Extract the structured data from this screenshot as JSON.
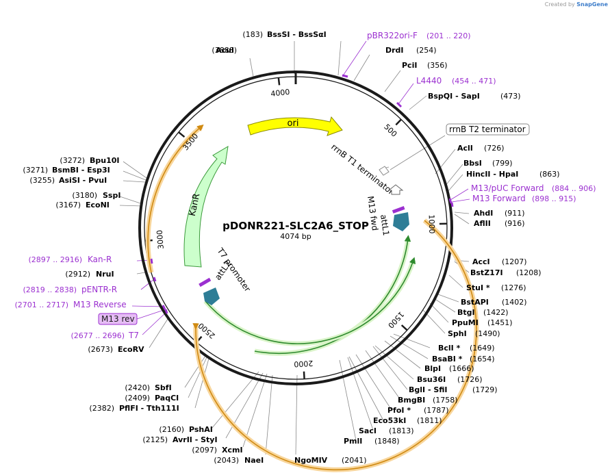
{
  "credit": {
    "prefix": "Created by",
    "brand": "SnapGene"
  },
  "plasmid": {
    "name": "pDONR221-SLC2A6_STOP",
    "length_label": "4074 bp",
    "total_bp": 4074
  },
  "ticks": [
    {
      "label": "500",
      "pos": 500
    },
    {
      "label": "1000",
      "pos": 1000
    },
    {
      "label": "1500",
      "pos": 1500
    },
    {
      "label": "2000",
      "pos": 2000
    },
    {
      "label": "2500",
      "pos": 2500
    },
    {
      "label": "3000",
      "pos": 3000
    },
    {
      "label": "3500",
      "pos": 3500
    },
    {
      "label": "4000",
      "pos": 4000
    }
  ],
  "features": [
    {
      "name": "ori",
      "kind": "arrow",
      "color": "#ffff00",
      "stroke": "#8a8a00"
    },
    {
      "name": "KanR",
      "kind": "arrow",
      "color": "#ccffcc",
      "stroke": "#3a9a3a"
    },
    {
      "name": "rrnB T1 terminator",
      "kind": "terminator"
    },
    {
      "name": "rrnB T2 terminator",
      "kind": "terminator-boxed"
    },
    {
      "name": "M13 fwd",
      "kind": "primer-site"
    },
    {
      "name": "attL1",
      "kind": "att"
    },
    {
      "name": "attL2",
      "kind": "att"
    },
    {
      "name": "T7 promoter",
      "kind": "promoter"
    }
  ],
  "left_labels": [
    {
      "pos": "(3888)",
      "name": "AcuI"
    },
    {
      "pos": "(183)",
      "name": "BssSI  -  BssSαI"
    },
    {
      "pos": "(3272)",
      "name": "Bpu10I"
    },
    {
      "pos": "(3271)",
      "name": "BsmBI  -  Esp3I"
    },
    {
      "pos": "(3255)",
      "name": "AsiSI  -  PvuI"
    },
    {
      "pos": "(3180)",
      "name": "SspI"
    },
    {
      "pos": "(3167)",
      "name": "EcoNI"
    },
    {
      "pos": "(2912)",
      "name": "NruI"
    },
    {
      "pos": "(2673)",
      "name": "EcoRV"
    },
    {
      "pos": "(2420)",
      "name": "SbfI"
    },
    {
      "pos": "(2409)",
      "name": "PaqCI"
    },
    {
      "pos": "(2382)",
      "name": "PflFI  -  Tth111I"
    },
    {
      "pos": "(2160)",
      "name": "PshAI"
    },
    {
      "pos": "(2125)",
      "name": "AvrII  -  StyI"
    },
    {
      "pos": "(2097)",
      "name": "XcmI"
    },
    {
      "pos": "(2043)",
      "name": "NaeI"
    }
  ],
  "right_labels": [
    {
      "name": "DrdI",
      "pos": "(254)"
    },
    {
      "name": "PciI",
      "pos": "(356)"
    },
    {
      "name": "BspQI  -  SapI",
      "pos": "(473)"
    },
    {
      "name": "AclI",
      "pos": "(726)"
    },
    {
      "name": "BbsI",
      "pos": "(799)"
    },
    {
      "name": "HincII  -  HpaI",
      "pos": "(863)"
    },
    {
      "name": "AhdI",
      "pos": "(911)"
    },
    {
      "name": "AflII",
      "pos": "(916)"
    },
    {
      "name": "AccI",
      "pos": "(1207)"
    },
    {
      "name": "BstZ17I",
      "pos": "(1208)"
    },
    {
      "name": "StuI *",
      "pos": "(1276)"
    },
    {
      "name": "BstAPI",
      "pos": "(1402)"
    },
    {
      "name": "BtgI",
      "pos": "(1422)"
    },
    {
      "name": "PpuMI",
      "pos": "(1451)"
    },
    {
      "name": "SphI",
      "pos": "(1490)"
    },
    {
      "name": "BclI *",
      "pos": "(1649)"
    },
    {
      "name": "BsaBI *",
      "pos": "(1654)"
    },
    {
      "name": "BlpI",
      "pos": "(1666)"
    },
    {
      "name": "Bsu36I",
      "pos": "(1726)"
    },
    {
      "name": "BglI  -  SfiI",
      "pos": "(1729)"
    },
    {
      "name": "BmgBI",
      "pos": "(1758)"
    },
    {
      "name": "PfoI *",
      "pos": "(1787)"
    },
    {
      "name": "Eco53kI",
      "pos": "(1811)"
    },
    {
      "name": "SacI",
      "pos": "(1813)"
    },
    {
      "name": "PmlI",
      "pos": "(1848)"
    },
    {
      "name": "NgoMIV",
      "pos": "(2041)"
    }
  ],
  "primer_labels": [
    {
      "name": "pBR322ori-F",
      "range": "(201 .. 220)"
    },
    {
      "name": "L4440",
      "range": "(454 .. 471)"
    },
    {
      "name": "M13/pUC Forward",
      "range": "(884 .. 906)"
    },
    {
      "name": "M13 Forward",
      "range": "(898 .. 915)"
    },
    {
      "name": "Kan-R",
      "range": "(2897 .. 2916)"
    },
    {
      "name": "pENTR-R",
      "range": "(2819 .. 2838)"
    },
    {
      "name": "M13 Reverse",
      "range": "(2701 .. 2717)"
    },
    {
      "name": "M13 rev",
      "range": ""
    },
    {
      "name": "T7",
      "range": "(2677 .. 2696)"
    }
  ],
  "colors": {
    "backbone": "#1a1a1a",
    "primer": "#9b30d0",
    "att": "#2e7d96",
    "orange": "#e3a12f",
    "green": "#2e8a2e",
    "leader": "#888888"
  }
}
